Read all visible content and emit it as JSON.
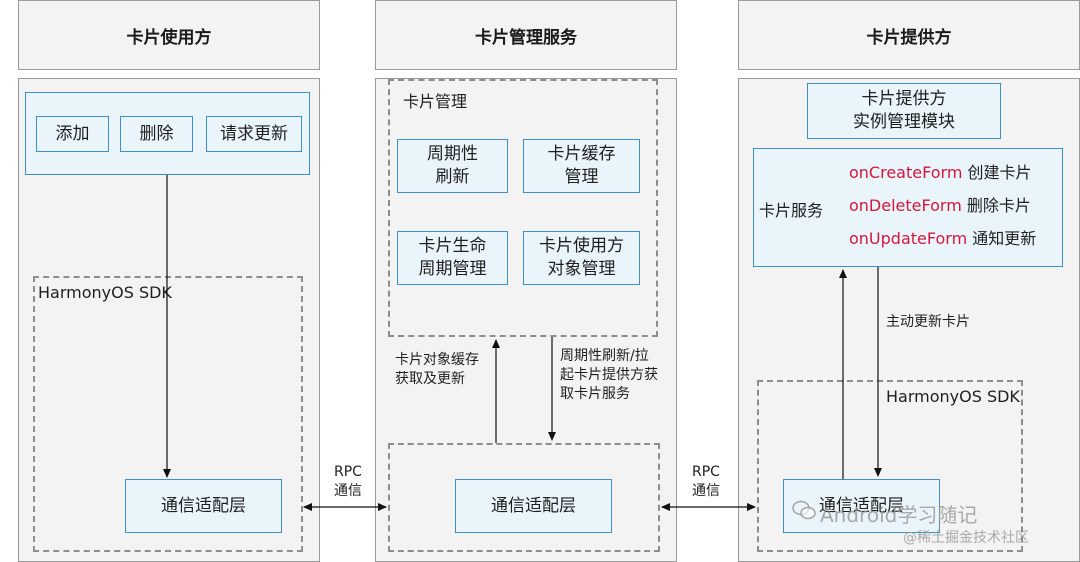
{
  "columns": {
    "user": {
      "header": "卡片使用方",
      "buttons": [
        "添加",
        "删除",
        "请求更新"
      ],
      "sdk_label": "HarmonyOS SDK",
      "adapter": "通信适配层"
    },
    "manager": {
      "header": "卡片管理服务",
      "group_label": "卡片管理",
      "modules": [
        "周期性\n刷新",
        "卡片缓存\n管理",
        "卡片生命\n周期管理",
        "卡片使用方\n对象管理"
      ],
      "left_note": "卡片对象缓存\n获取及更新",
      "right_note": "周期性刷新/拉\n起卡片提供方获\n取卡片服务",
      "adapter": "通信适配层"
    },
    "provider": {
      "header": "卡片提供方",
      "instance_module": "卡片提供方\n实例管理模块",
      "service_label": "卡片服务",
      "service_items": [
        {
          "method": "onCreateForm",
          "desc": "创建卡片"
        },
        {
          "method": "onDeleteForm",
          "desc": "删除卡片"
        },
        {
          "method": "onUpdateForm",
          "desc": "通知更新"
        }
      ],
      "push_note": "主动更新卡片",
      "sdk_label": "HarmonyOS SDK",
      "adapter": "通信适配层"
    }
  },
  "links": {
    "rpc_left": "RPC\n通信",
    "rpc_right": "RPC\n通信"
  },
  "watermark": {
    "line1": "Android学习随记",
    "line2": "@稀土掘金技术社区"
  },
  "colors": {
    "box_border": "#3d90c9",
    "box_fill": "#e9f4fb",
    "method_text": "#d4173d",
    "panel_fill": "#f3f3f3"
  }
}
